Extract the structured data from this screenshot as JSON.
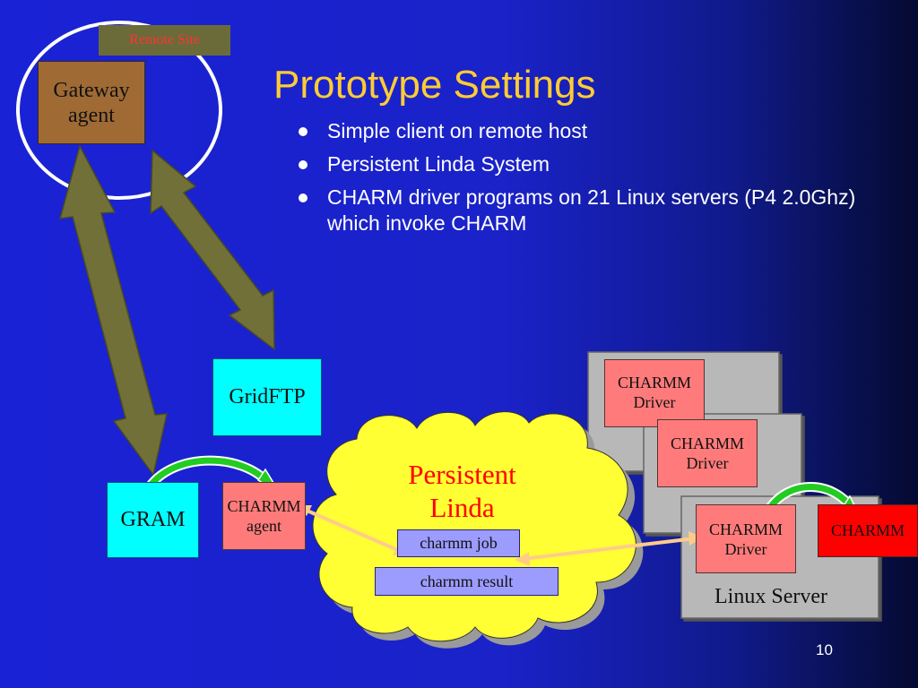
{
  "slide": {
    "title": "Prototype Settings",
    "bullets": [
      "Simple client on remote host",
      "Persistent Linda System",
      "CHARM driver programs on 21 Linux servers (P4 2.0Ghz) which invoke CHARM"
    ],
    "page_number": "10"
  },
  "diagram": {
    "remote_site_label": "Remote Site",
    "gateway_agent": "Gateway agent",
    "gridftp": "GridFTP",
    "gram": "GRAM",
    "charmm_agent": "CHARMM agent",
    "persistent_linda": "Persistent Linda",
    "charmm_job": "charmm job",
    "charmm_result": "charmm result",
    "charmm_driver_1": "CHARMM Driver",
    "charmm_driver_2": "CHARMM Driver",
    "charmm_driver_3": "CHARMM Driver",
    "charmm": "CHARMM",
    "linux_server": "Linux Server"
  },
  "colors": {
    "title": "#ffcc33",
    "gateway_box": "#a06a35",
    "cyan_box": "#00ffff",
    "pink_box": "#ff7b7b",
    "red_box": "#ff0000",
    "cloud": "#ffff33",
    "tuple_box": "#9c9cff",
    "server_gray": "#b8b8b8",
    "olive_arrow": "#707038"
  }
}
